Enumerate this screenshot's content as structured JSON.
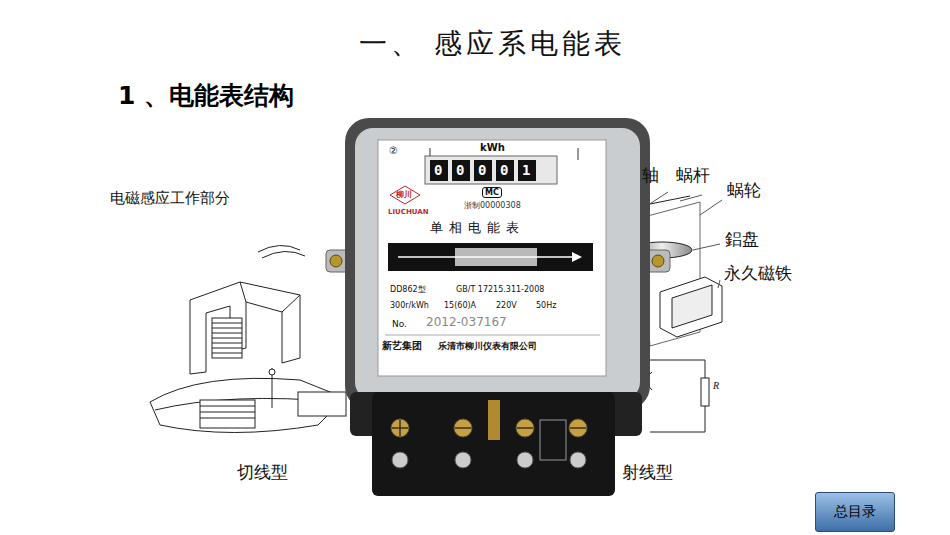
{
  "diagram": {
    "title": "一、 感应系电能表",
    "nodes": [
      {
        "text": [
          "总目录"
        ]
      }
    ],
    "labels": [
      "1 、电能表结构",
      "电磁感应工作部分",
      "轴",
      "蜗杆",
      "蜗轮",
      "鋁盘",
      "永久磁铁",
      "切线型",
      "射线型",
      "R",
      "②",
      "kWh",
      "0",
      "0",
      "0",
      "0",
      "1",
      "MC",
      "浙制00000308",
      "柳川",
      "LIUCHUAN",
      "单相电能表",
      "DD862型",
      "GB/T 17215.311-2008",
      "300r/kWh",
      "15(60)A",
      "220V",
      "50Hz",
      "No.",
      "2012-037167",
      "新艺集团",
      "乐清市柳川仪表有限公司"
    ]
  }
}
